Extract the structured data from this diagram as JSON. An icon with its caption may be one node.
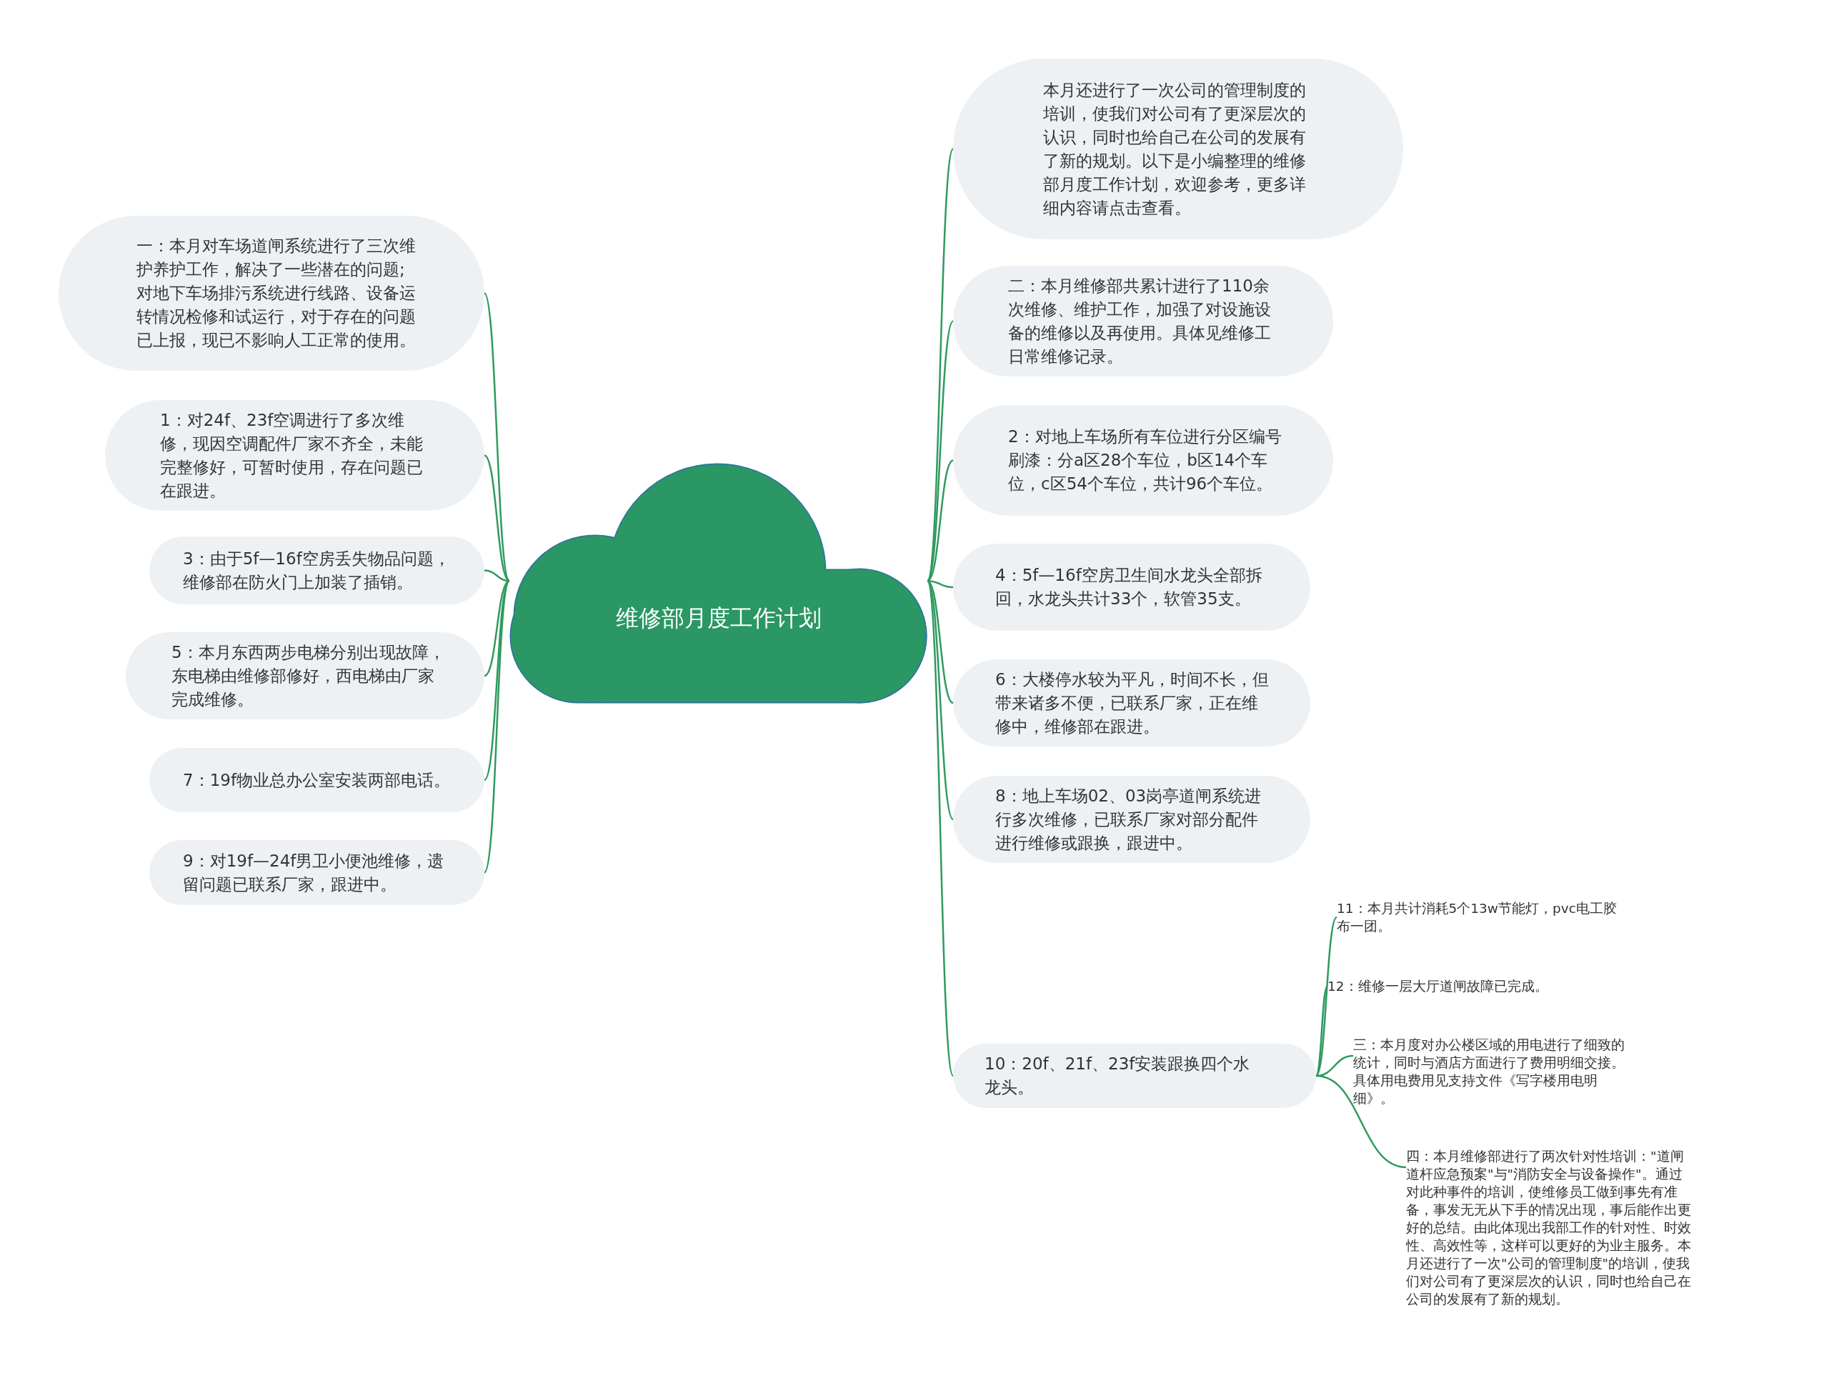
{
  "diagram": {
    "nodes": [
      {
        "text": [
          "维修部月度工作计划"
        ]
      },
      {
        "text": [
          "一：本月对车场道闸系统进行了三次维护养护工作，解决了一些潜在的问题;对地下车场排污系统进行线路、设备运转情况检修和试运行，对于存在的问题已上报，现已不影响人工正常的使用。"
        ]
      },
      {
        "text": [
          "1：对24f、23f空调进行了多次维修，现因空调配件厂家不齐全，未能完整修好，可暂时使用，存在问题已在跟进。"
        ]
      },
      {
        "text": [
          "3：由于5f—16f空房丢失物品问题，维修部在防火门上加装了插销。"
        ]
      },
      {
        "text": [
          "5：本月东西两步电梯分别出现故障，东电梯由维修部修好，西电梯由厂家完成维修。"
        ]
      },
      {
        "text": [
          "7：19f物业总办公室安装两部电话。"
        ]
      },
      {
        "text": [
          "9：对19f—24f男卫小便池维修，遗留问题已联系厂家，跟进中。"
        ]
      },
      {
        "text": [
          "本月还进行了一次公司的管理制度的培训，使我们对公司有了更深层次的认识，同时也给自己在公司的发展有了新的规划。以下是小编整理的维修部月度工作计划，欢迎参考，更多详细内容请点击查看。"
        ]
      },
      {
        "text": [
          "二：本月维修部共累计进行了110余次维修、维护工作，加强了对设施设备的维修以及再使用。具体见维修工日常维修记录。"
        ]
      },
      {
        "text": [
          "2：对地上车场所有车位进行分区编号刷漆：分a区28个车位，b区14个车位，c区54个车位，共计96个车位。"
        ]
      },
      {
        "text": [
          "4：5f—16f空房卫生间水龙头全部拆回，水龙头共计33个，软管35支。"
        ]
      },
      {
        "text": [
          "6：大楼停水较为平凡，时间不长，但带来诸多不便，已联系厂家，正在维修中，维修部在跟进。"
        ]
      },
      {
        "text": [
          "8：地上车场02、03岗亭道闸系统进行多次维修，已联系厂家对部分配件进行维修或跟换，跟进中。"
        ]
      },
      {
        "text": [
          "10：20f、21f、23f安装跟换四个水龙头。"
        ]
      },
      {
        "text": [
          "11：本月共计消耗5个13w节能灯，pvc电工胶布一团。"
        ]
      },
      {
        "text": [
          "12：维修一层大厅道闸故障已完成。"
        ]
      },
      {
        "text": [
          "三：本月度对办公楼区域的用电进行了细致的统计，同时与酒店方面进行了费用明细交接。具体用电费用见支持文件《写字楼用电明细》。"
        ]
      },
      {
        "text": [
          "四：本月维修部进行了两次针对性培训：\"道闸道杆应急预案\"与\"消防安全与设备操作\"。通过对此种事件的培训，使维修员工做到事先有准备，事发无无从下手的情况出现，事后能作出更好的总结。由此体现出我部工作的针对性、时效性、高效性等，这样可以更好的为业主服务。本月还进行了一次\"公司的管理制度\"的培训，使我们对公司有了更深层次的认识，同时也给自己在公司的发展有了新的规划。"
        ]
      }
    ],
    "edges": [
      {
        "from": 0,
        "to": 1,
        "arrow": "none"
      },
      {
        "from": 0,
        "to": 2,
        "arrow": "none"
      },
      {
        "from": 0,
        "to": 3,
        "arrow": "none"
      },
      {
        "from": 0,
        "to": 4,
        "arrow": "none"
      },
      {
        "from": 0,
        "to": 5,
        "arrow": "none"
      },
      {
        "from": 0,
        "to": 6,
        "arrow": "none"
      },
      {
        "from": 0,
        "to": 7,
        "arrow": "none"
      },
      {
        "from": 0,
        "to": 8,
        "arrow": "none"
      },
      {
        "from": 0,
        "to": 9,
        "arrow": "none"
      },
      {
        "from": 0,
        "to": 10,
        "arrow": "none"
      },
      {
        "from": 0,
        "to": 11,
        "arrow": "none"
      },
      {
        "from": 0,
        "to": 12,
        "arrow": "none"
      },
      {
        "from": 0,
        "to": 13,
        "arrow": "none"
      },
      {
        "from": 13,
        "to": 14,
        "arrow": "none"
      },
      {
        "from": 13,
        "to": 15,
        "arrow": "none"
      },
      {
        "from": 13,
        "to": 16,
        "arrow": "none"
      },
      {
        "from": 13,
        "to": 17,
        "arrow": "none"
      }
    ]
  }
}
